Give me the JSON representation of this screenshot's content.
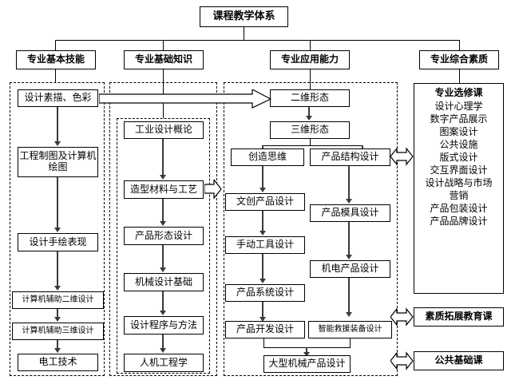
{
  "diagram": {
    "title": "课程教学体系",
    "root": {
      "label": "课程教学体系"
    },
    "branches": [
      {
        "label": "专业基本技能"
      },
      {
        "label": "专业基础知识"
      },
      {
        "label": "专业应用能力"
      },
      {
        "label": "专业综合素质"
      }
    ],
    "column1": {
      "header": "专业基本技能",
      "nodes": [
        {
          "label": "设计素描、色彩"
        },
        {
          "label": "工程制图及计算机绘图"
        },
        {
          "label": "设计手绘表现"
        },
        {
          "label": "计算机辅助二维设计"
        },
        {
          "label": "计算机辅助三维设计"
        },
        {
          "label": "电工技术"
        }
      ]
    },
    "column2": {
      "header": "专业基础知识",
      "nodes": [
        {
          "label": "工业设计概论"
        },
        {
          "label": "造型材料与工艺"
        },
        {
          "label": "产品形态设计"
        },
        {
          "label": "机械设计基础"
        },
        {
          "label": "设计程序与方法"
        },
        {
          "label": "人机工程学"
        }
      ]
    },
    "column3": {
      "header": "专业应用能力",
      "nodes": [
        {
          "label": "二维形态"
        },
        {
          "label": "三维形态"
        },
        {
          "label": "创造思维"
        },
        {
          "label": "产品结构设计"
        },
        {
          "label": "文创产品设计"
        },
        {
          "label": "产品模具设计"
        },
        {
          "label": "手动工具设计"
        },
        {
          "label": "产品系统设计"
        },
        {
          "label": "机电产品设计"
        },
        {
          "label": "产品开发设计"
        },
        {
          "label": "智能救援装备设计"
        },
        {
          "label": "大型机械产品设计"
        }
      ]
    },
    "column4": {
      "header": "专业综合素质",
      "elective_card": {
        "heading": "专业选修课",
        "items": [
          "设计心理学",
          "数字产品展示",
          "图案设计",
          "公共设施",
          "版式设计",
          "交互界面设计",
          "设计战略与市场",
          "营销",
          "产品包装设计",
          "产品品牌设计"
        ]
      },
      "extra_nodes": [
        {
          "label": "素质拓展教育课"
        },
        {
          "label": "公共基础课"
        }
      ]
    },
    "connectors": {
      "wide_arrow_label": "设计素描、色彩 → 二维形态",
      "link_arrows": [
        "造型材料与工艺 → 文创产品设计区",
        "产品结构设计 ↔ 专业选修课",
        "智能救援装备设计 ↔ 素质拓展教育课",
        "大型机械产品设计 ↔ 公共基础课"
      ]
    },
    "colors": {
      "line": "#000000",
      "arrow": "#3a3a3a",
      "background": "#ffffff"
    }
  }
}
